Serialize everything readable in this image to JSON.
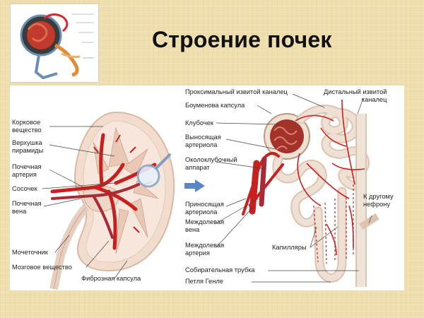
{
  "title": "Строение почек",
  "labels": {
    "cortex": [
      "Корковое",
      "вещество"
    ],
    "pyramid_apex": [
      "Верхушка",
      "пирамиды"
    ],
    "renal_artery": [
      "Почечная",
      "артерия"
    ],
    "papilla": "Сосочек",
    "renal_vein": [
      "Почечная",
      "вена"
    ],
    "ureter": "Мочеточник",
    "medulla": "Мозговое вещество",
    "fibrous_capsule": "Фиброзная капсула",
    "proximal_tubule": "Проксимальный извитой каналец",
    "distal_tubule": [
      "Дистальный извитой",
      "каналец"
    ],
    "bowman_capsule": "Боуменова капсула",
    "glomerulus": "Клубочек",
    "efferent_arteriole": [
      "Выносящая",
      "артериола"
    ],
    "juxtaglomerular": [
      "Околоклубочный",
      "аппарат"
    ],
    "afferent_arteriole": [
      "Приносящая",
      "артериола"
    ],
    "interlobar_vein": [
      "Междолевая",
      "вена"
    ],
    "interlobar_artery": [
      "Междолевая",
      "артерия"
    ],
    "capillaries": "Капилляры",
    "collecting_duct": "Собирательная трубка",
    "loop_henle": "Петля Генле",
    "to_other_nephron": [
      "К другому",
      "нефрону"
    ]
  },
  "colors": {
    "background": "#efdfae",
    "vessel_red": "#c8201e",
    "tubule": "#e6d2c0",
    "kidney_tissue": "#f1d9c9"
  }
}
